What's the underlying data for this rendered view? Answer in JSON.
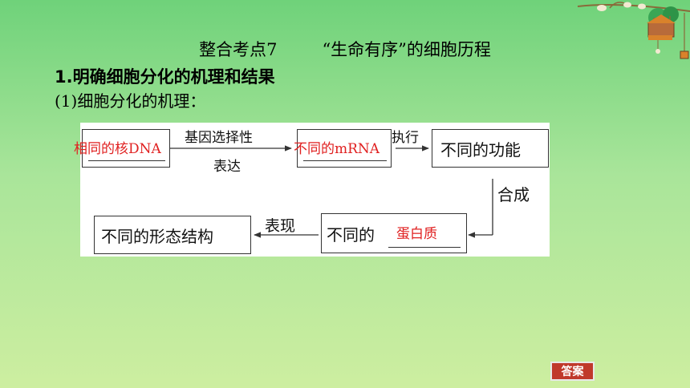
{
  "title": {
    "label": "整合考点",
    "number": "7",
    "topic": "“生命有序”的细胞历程"
  },
  "heading": "1.明确细胞分化的机理和结果",
  "subheading": "(1)细胞分化的机理：",
  "diagram": {
    "answer1": "相同的核DNA",
    "arrow1_top": "基因选择性",
    "arrow1_bottom": "表达",
    "answer2": "不同的mRNA",
    "arrow2_top": "执行",
    "box3": "不同的功能",
    "side_label": "合成",
    "box4_prefix": "不同的",
    "answer4": "蛋白质",
    "arrow4_label": "表现",
    "box5": "不同的形态结构"
  },
  "answer_button": "答案"
}
